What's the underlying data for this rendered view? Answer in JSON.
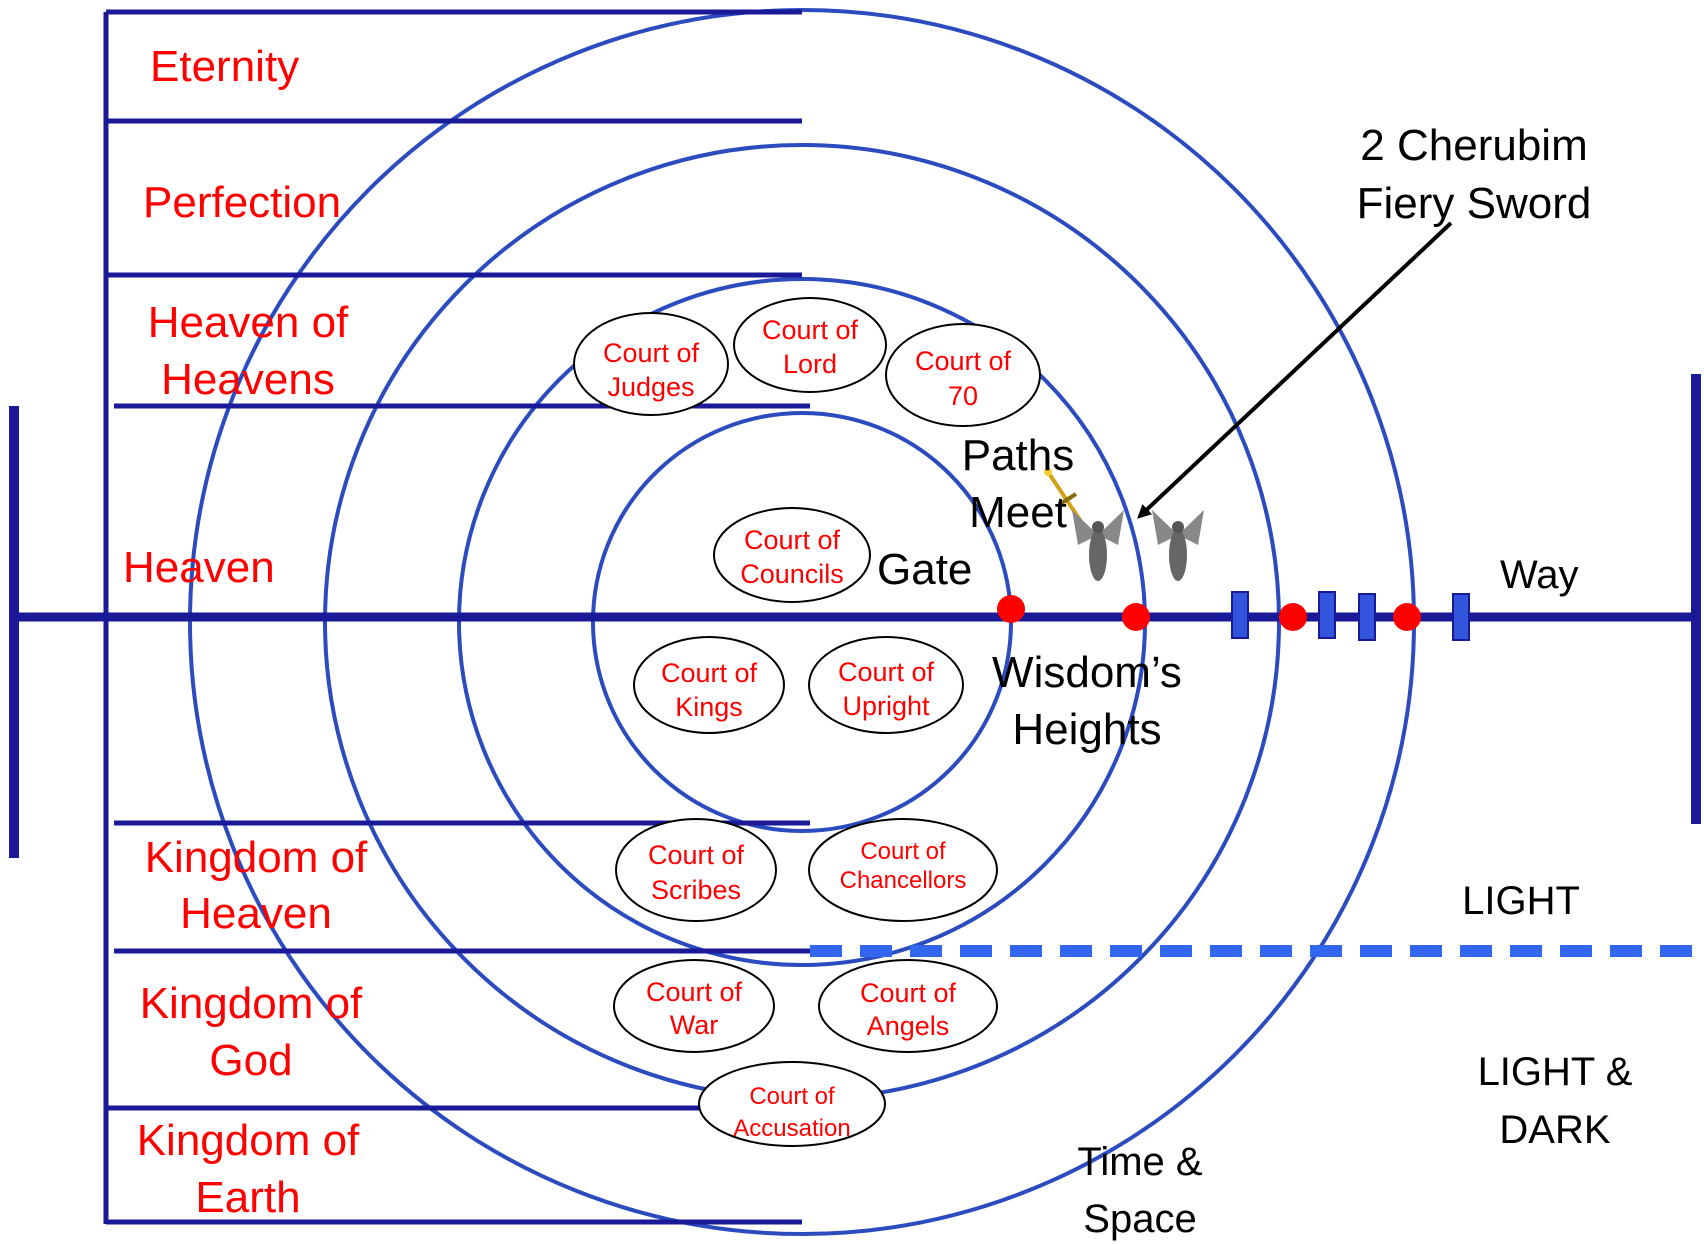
{
  "realms": {
    "eternity": "Eternity",
    "perfection": "Perfection",
    "heaven_of_heavens": [
      "Heaven of",
      "Heavens"
    ],
    "heaven": "Heaven",
    "kingdom_of_heaven": [
      "Kingdom of",
      "Heaven"
    ],
    "kingdom_of_god": [
      "Kingdom of",
      "God"
    ],
    "kingdom_of_earth": [
      "Kingdom of",
      "Earth"
    ]
  },
  "courts": {
    "judges": [
      "Court of",
      "Judges"
    ],
    "lord": [
      "Court of",
      "Lord"
    ],
    "seventy": [
      "Court of",
      "70"
    ],
    "councils": [
      "Court of",
      "Councils"
    ],
    "kings": [
      "Court of",
      "Kings"
    ],
    "upright": [
      "Court of",
      "Upright"
    ],
    "scribes": [
      "Court of",
      "Scribes"
    ],
    "chancellors": [
      "Court of",
      "Chancellors"
    ],
    "war": [
      "Court of",
      "War"
    ],
    "angels": [
      "Court of",
      "Angels"
    ],
    "accusation": [
      "Court of",
      "Accusation"
    ]
  },
  "labels": {
    "cherubim": [
      "2 Cherubim",
      "Fiery Sword"
    ],
    "paths_meet": [
      "Paths",
      "Meet"
    ],
    "gate": "Gate",
    "wisdoms_heights": [
      "Wisdom’s",
      "Heights"
    ],
    "way": "Way",
    "light": "LIGHT",
    "light_dark": [
      "LIGHT &",
      "DARK"
    ],
    "time_space": [
      "Time &",
      "Space"
    ]
  },
  "colors": {
    "ring": "#2b4bbf",
    "axis": "#1a1a99",
    "realm_text": "#ff0000",
    "marker_dot": "#ff0000",
    "marker_block": "#3355dd"
  }
}
